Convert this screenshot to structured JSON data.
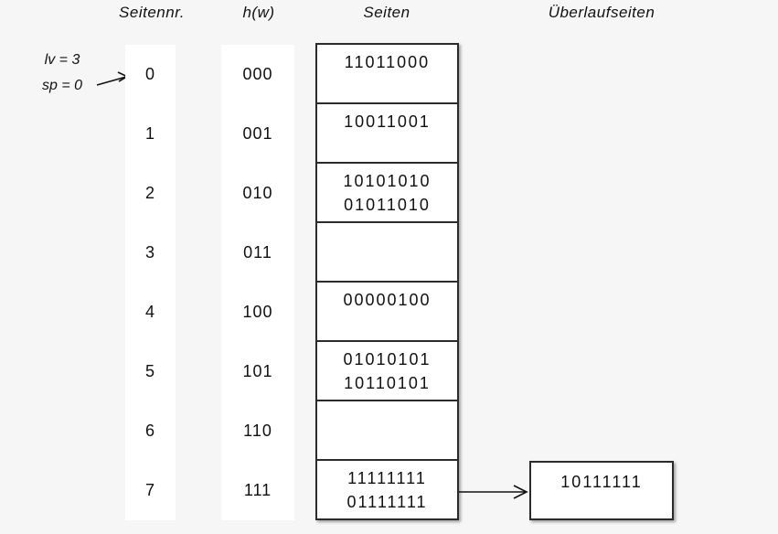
{
  "headers": {
    "seitennr": "Seitennr.",
    "hw": "h(w)",
    "seiten": "Seiten",
    "ueberlaufseiten": "Überlaufseiten"
  },
  "annotation": {
    "lv": "lv = 3",
    "sp": "sp = 0"
  },
  "rows": [
    {
      "nr": "0",
      "hash": "000",
      "values": [
        "11011000"
      ]
    },
    {
      "nr": "1",
      "hash": "001",
      "values": [
        "10011001"
      ]
    },
    {
      "nr": "2",
      "hash": "010",
      "values": [
        "10101010",
        "01011010"
      ]
    },
    {
      "nr": "3",
      "hash": "011",
      "values": []
    },
    {
      "nr": "4",
      "hash": "100",
      "values": [
        "00000100"
      ]
    },
    {
      "nr": "5",
      "hash": "101",
      "values": [
        "01010101",
        "10110101"
      ]
    },
    {
      "nr": "6",
      "hash": "110",
      "values": []
    },
    {
      "nr": "7",
      "hash": "111",
      "values": [
        "11111111",
        "01111111"
      ]
    }
  ],
  "overflow": {
    "attached_to_row": "7",
    "values": [
      "10111111"
    ]
  },
  "icons": {
    "pointer_arrow": "pointer-arrow-icon",
    "overflow_arrow": "arrow-right-icon"
  },
  "colors": {
    "background": "#f6f6f6",
    "panel": "#ffffff",
    "border": "#2b2b2b",
    "text": "#111111"
  }
}
